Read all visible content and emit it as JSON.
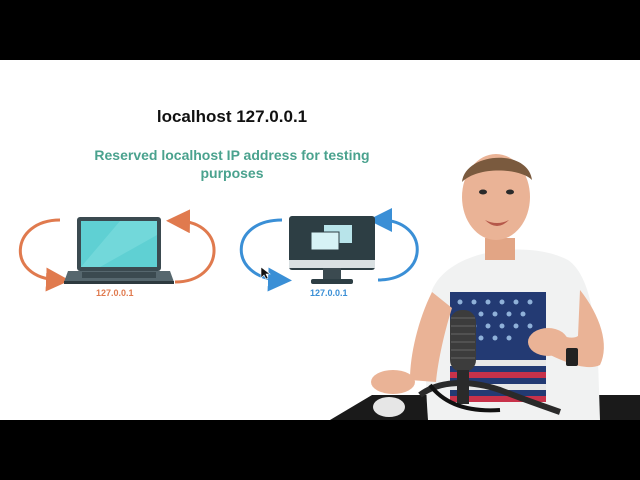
{
  "slide": {
    "title": "localhost 127.0.0.1",
    "subtitle": "Reserved localhost IP address for testing purposes"
  },
  "laptop": {
    "ip_label": "127.0.0.1",
    "arrow_color": "#e07a4e",
    "screen_color": "#5fd0d3"
  },
  "desktop": {
    "ip_label": "127.0.0.1",
    "arrow_color": "#3a8fd6",
    "body_color": "#2d3e44"
  },
  "icons": [
    "laptop-icon",
    "desktop-monitor-icon",
    "loopback-arrow-icon",
    "mouse-cursor-icon"
  ]
}
